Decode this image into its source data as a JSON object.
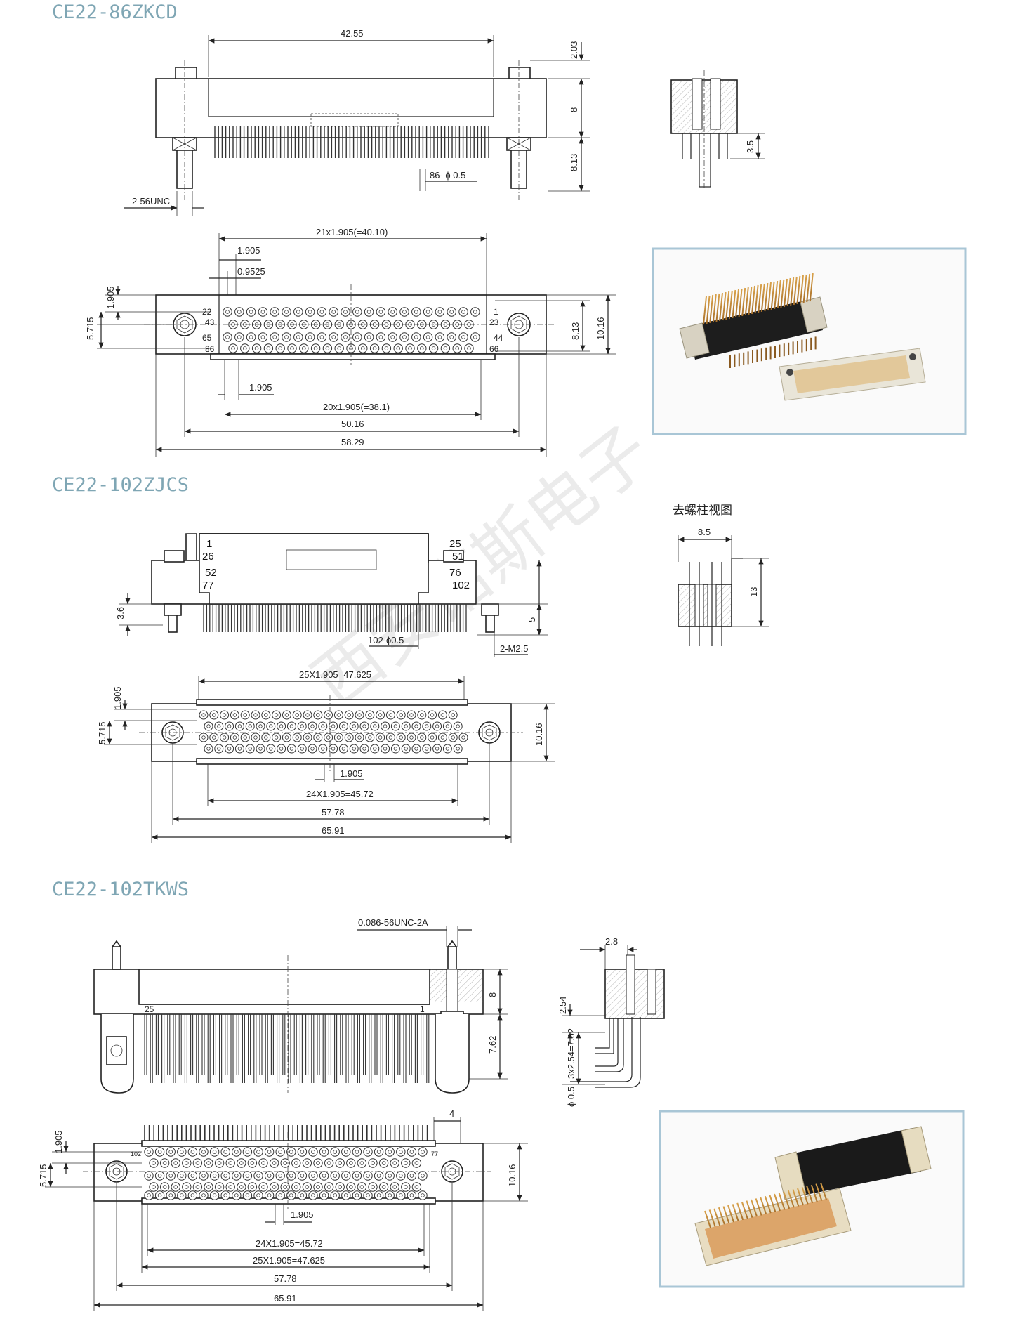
{
  "watermark": "西安诺斯电子",
  "section1": {
    "title": "CE22-86ZKCD",
    "front": {
      "overall": "42.55",
      "d1": "2.03",
      "d2": "8",
      "d3": "8.13",
      "holes": "86- ϕ 0.5",
      "thread": "2-56UNC"
    },
    "side": {
      "d1": "3.5"
    },
    "top": {
      "pitch_total": "21x1.905(=40.10)",
      "pitch": "1.905",
      "half_pitch": "0.9525",
      "row_gap": "1.905",
      "h1": "5.715",
      "h2": "8.13",
      "h3": "10.16",
      "p2": "1.905",
      "p3": "20x1.905(=38.1)",
      "w1": "50.16",
      "w2": "58.29",
      "pins_left": [
        "22",
        "43",
        "65",
        "86"
      ],
      "pins_right": [
        "1",
        "23",
        "44",
        "66"
      ]
    }
  },
  "section2": {
    "title": "CE22-102ZJCS",
    "front": {
      "pins_left": [
        "1",
        "26",
        "52",
        "77"
      ],
      "pins_right": [
        "25",
        "51",
        "76",
        "102"
      ],
      "d1": "3.6",
      "d2": "5",
      "holes": "102-ϕ0.5",
      "thread": "2-M2.5"
    },
    "side": {
      "caption": "去螺柱视图",
      "w": "8.5",
      "h": "13"
    },
    "top": {
      "pitch_total": "25X1.905=47.625",
      "row_gap": "1.905",
      "h1": "5.715",
      "h2": "10.16",
      "p1": "1.905",
      "p2": "24X1.905=45.72",
      "w1": "57.78",
      "w2": "65.91"
    }
  },
  "section3": {
    "title": "CE22-102TKWS",
    "front": {
      "thread": "0.086-56UNC-2A",
      "d1": "8",
      "d2": "7.62",
      "pin_left": "25",
      "pin_right": "1"
    },
    "side": {
      "w": "2.8",
      "d1": "2.54",
      "d2": "3x2.54=7.62",
      "d3": "ϕ 0.5"
    },
    "top": {
      "w0": "4",
      "row_gap": "1.905",
      "h1": "5.715",
      "h2": "10.16",
      "p1": "1.905",
      "p2": "24X1.905=45.72",
      "p3": "25X1.905=47.625",
      "w1": "57.78",
      "w2": "65.91",
      "pin_left": "102",
      "pin_right": "77"
    }
  }
}
